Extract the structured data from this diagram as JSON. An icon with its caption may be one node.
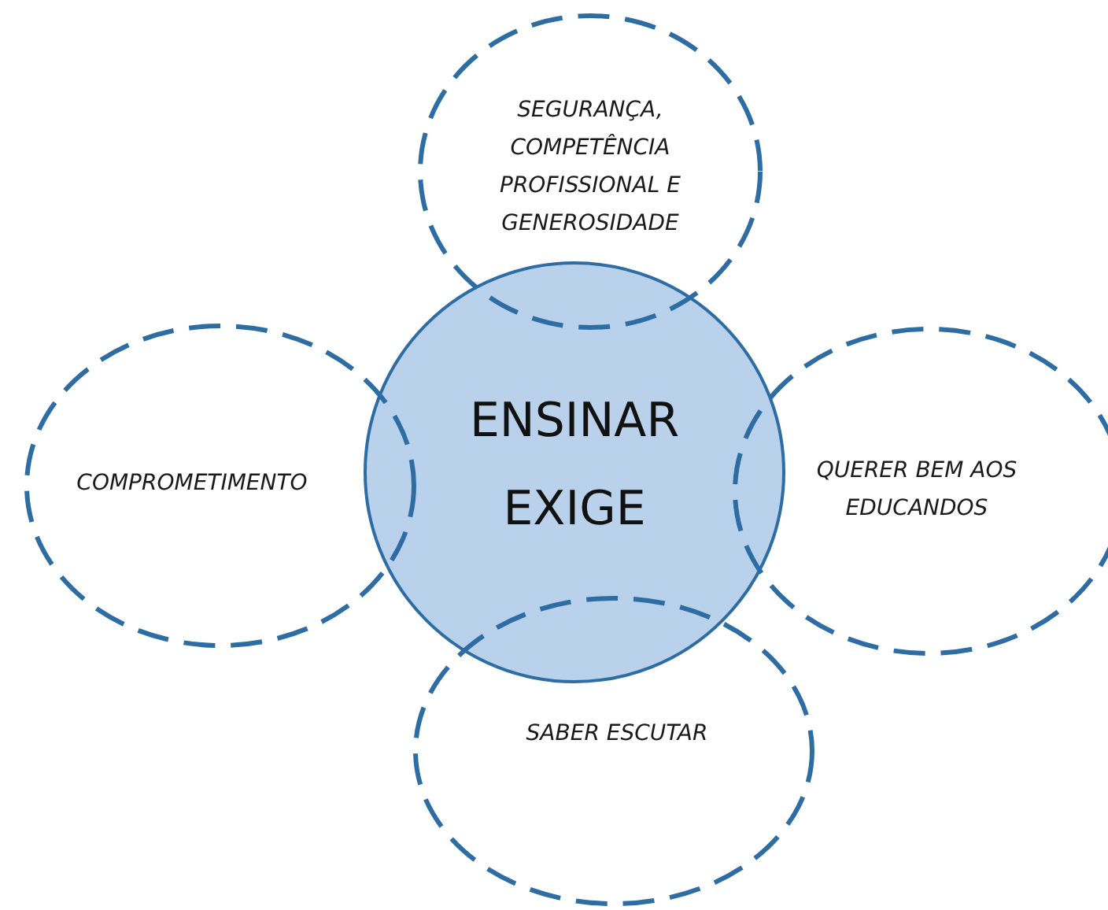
{
  "diagram": {
    "nodes": [
      {
        "text": [
          "SEGURANÇA, COMPETÊNCIA PROFISSIONAL E GENEROSIDADE"
        ]
      },
      {
        "text": [
          "COMPROMETIMENTO"
        ]
      },
      {
        "text": [
          "ENSINAR EXIGE"
        ]
      },
      {
        "text": [
          "QUERER BEM AOS EDUCANDOS"
        ]
      },
      {
        "text": [
          "SABER ESCUTAR"
        ]
      }
    ],
    "edges": []
  }
}
